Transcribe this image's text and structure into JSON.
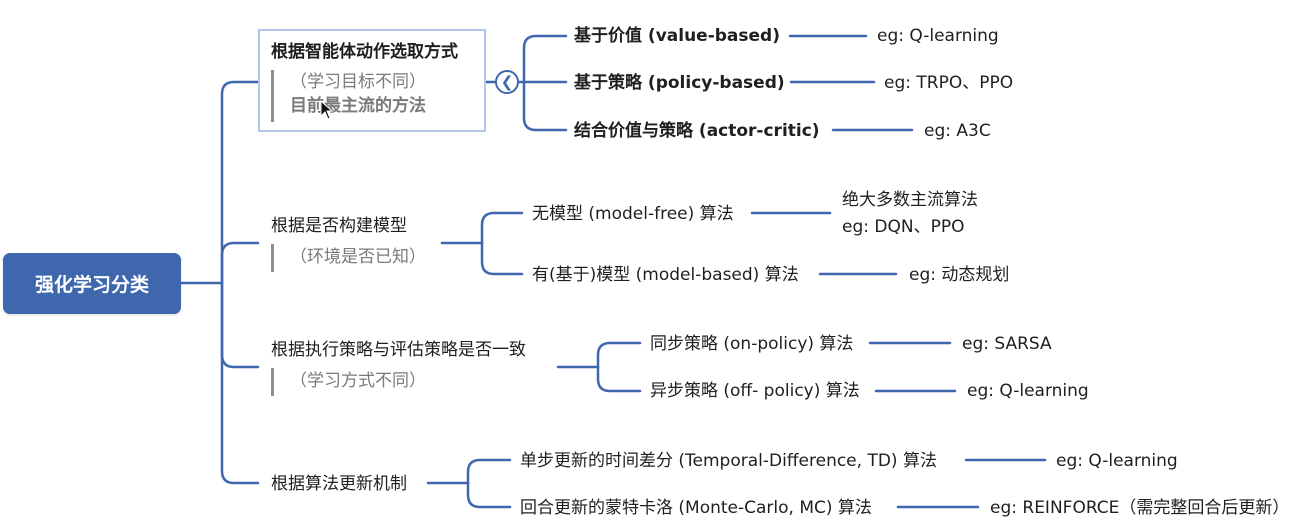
{
  "root": {
    "label": "强化学习分类"
  },
  "branches": [
    {
      "title": "根据智能体动作选取方式",
      "notes": [
        "（学习目标不同）",
        "目前最主流的方法"
      ],
      "children": [
        {
          "label": "基于价值 (value-based)",
          "example": "eg: Q-learning"
        },
        {
          "label": "基于策略 (policy-based)",
          "example": "eg: TRPO、PPO"
        },
        {
          "label": "结合价值与策略 (actor-critic)",
          "example": "eg: A3C"
        }
      ]
    },
    {
      "title": "根据是否构建模型",
      "notes": [
        "（环境是否已知）"
      ],
      "children": [
        {
          "label": "无模型 (model-free) 算法",
          "example_lines": [
            "绝大多数主流算法",
            "eg: DQN、PPO"
          ]
        },
        {
          "label": "有(基于)模型 (model-based) 算法",
          "example": "eg: 动态规划"
        }
      ]
    },
    {
      "title": "根据执行策略与评估策略是否一致",
      "notes": [
        "（学习方式不同）"
      ],
      "children": [
        {
          "label": "同步策略 (on-policy) 算法",
          "example": "eg: SARSA"
        },
        {
          "label": "异步策略 (off- policy) 算法",
          "example": "eg: Q-learning"
        }
      ]
    },
    {
      "title": "根据算法更新机制",
      "notes": [],
      "children": [
        {
          "label": "单步更新的时间差分 (Temporal-Difference, TD) 算法",
          "example": "eg: Q-learning"
        },
        {
          "label": "回合更新的蒙特卡洛 (Monte-Carlo, MC) 算法",
          "example": "eg: REINFORCE（需完整回合后更新）"
        }
      ]
    }
  ],
  "controls": {
    "collapse_icon": "chevron-left-icon"
  },
  "colors": {
    "line": "#3f67ae",
    "root_bg": "#3f67ae",
    "selection_border": "#b4c6ec",
    "note_text": "#7a7a7a"
  }
}
